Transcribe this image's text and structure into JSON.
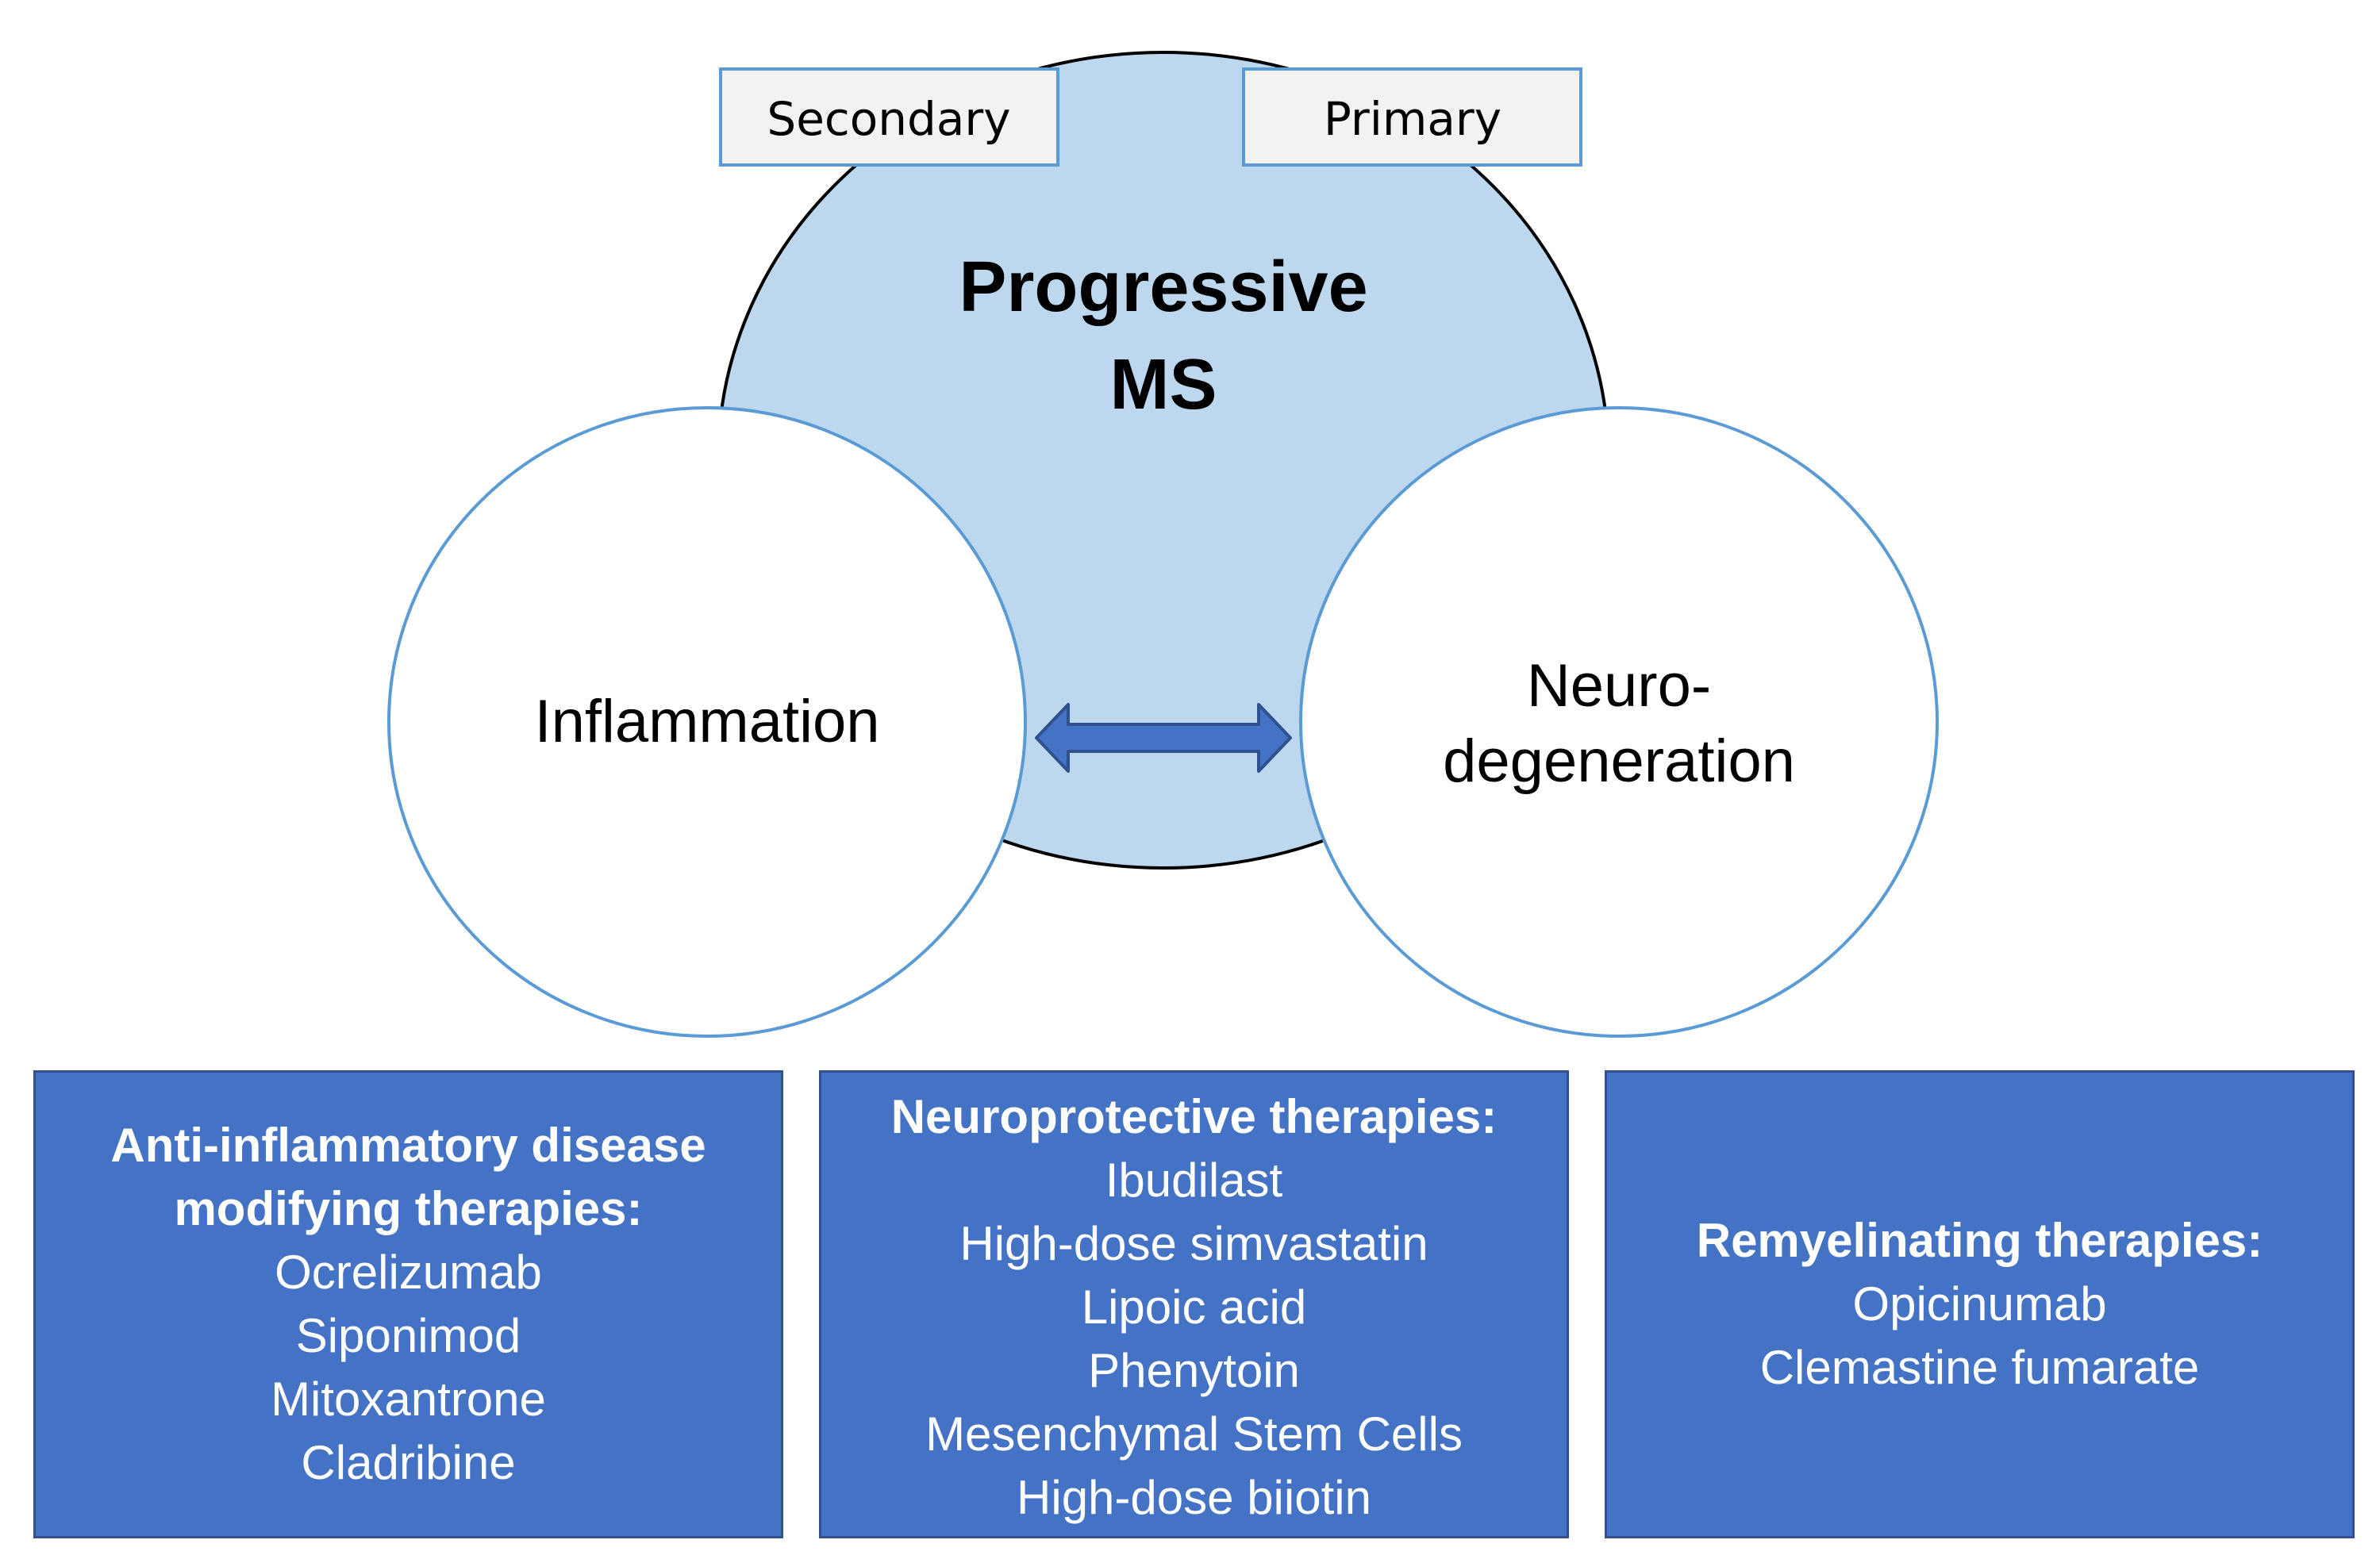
{
  "diagram": {
    "top_circle": {
      "title_line1": "Progressive",
      "title_line2": "MS",
      "tag_left": "Secondary",
      "tag_right": "Primary",
      "fill": "#bdd7ee"
    },
    "left_circle": {
      "label": "Inflammation"
    },
    "right_circle": {
      "label_line1": "Neuro-",
      "label_line2": "degeneration"
    },
    "arrow": {
      "direction": "bidirectional",
      "color": "#4472c4"
    }
  },
  "therapy_boxes": {
    "anti_inflammatory": {
      "heading_line1": "Anti-inflammatory disease",
      "heading_line2": "modifying therapies:",
      "items": [
        "Ocrelizumab",
        "Siponimod",
        "Mitoxantrone",
        "Cladribine"
      ]
    },
    "neuroprotective": {
      "heading": "Neuroprotective therapies:",
      "items": [
        "Ibudilast",
        "High-dose simvastatin",
        "Lipoic acid",
        "Phenytoin",
        "Mesenchymal Stem Cells",
        "High-dose biiotin"
      ]
    },
    "remyelinating": {
      "heading": "Remyelinating therapies:",
      "items": [
        "Opicinumab",
        "Clemastine fumarate"
      ]
    }
  },
  "colors": {
    "box_fill": "#4472c4",
    "box_border": "#2f528f",
    "circle_outline": "#5b9bd5",
    "top_circle_fill": "#bdd7ee",
    "tag_fill": "#f2f2f2"
  }
}
